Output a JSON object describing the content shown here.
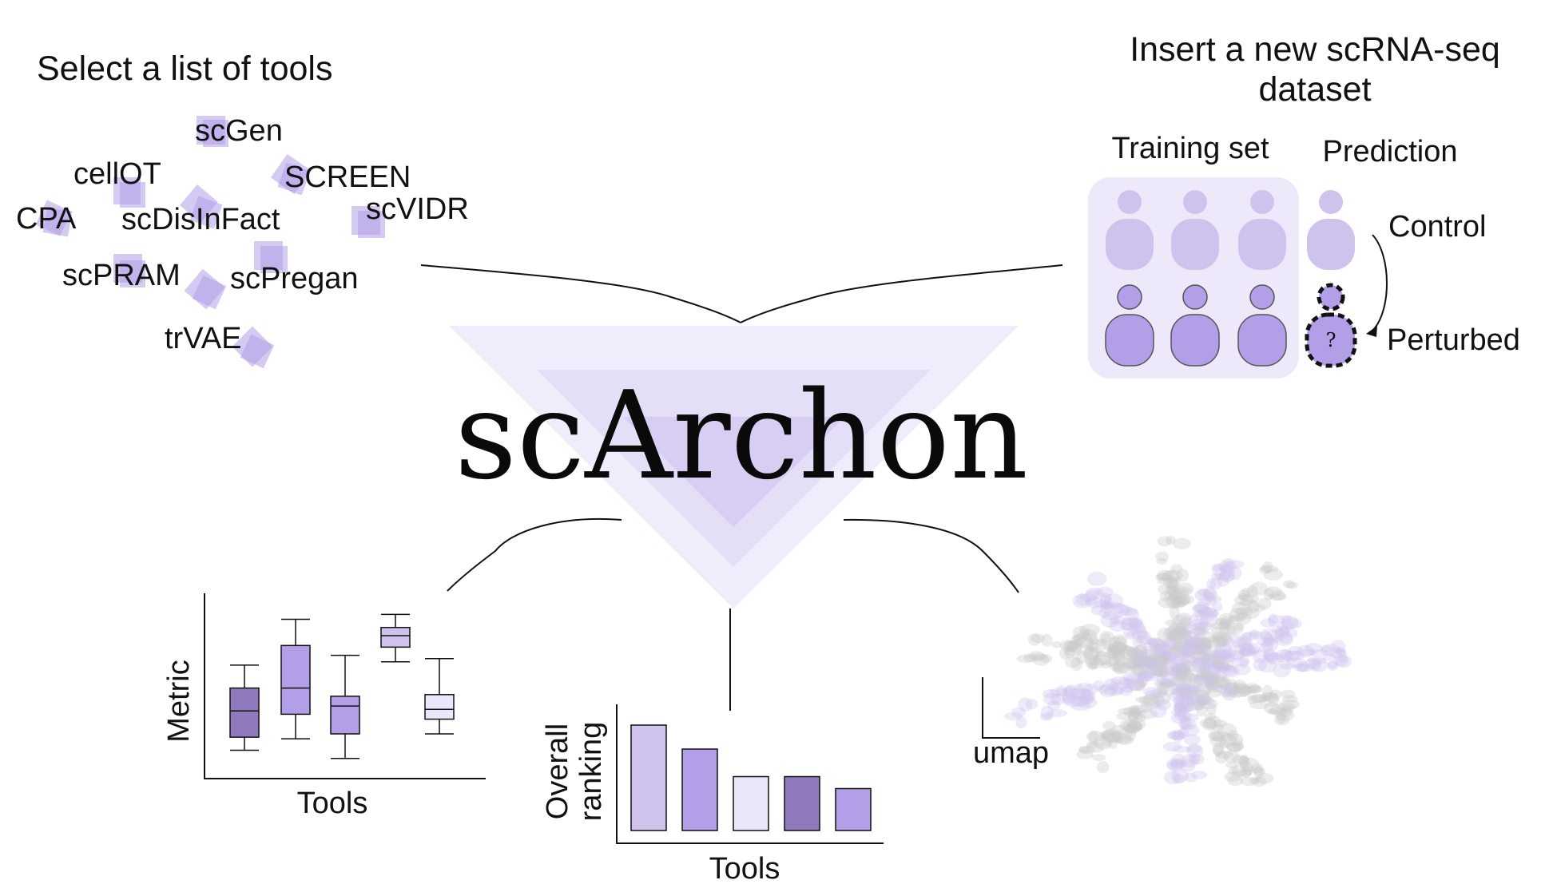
{
  "tools_section": {
    "heading": "Select a list of tools",
    "tools": [
      "scGen",
      "cellOT",
      "SCREEN",
      "CPA",
      "scDisInFact",
      "scVIDR",
      "scPRAM",
      "scPregan",
      "trVAE"
    ]
  },
  "dataset_section": {
    "heading_line1": "Insert a new scRNA-seq",
    "heading_line2": "dataset",
    "training_label": "Training set",
    "prediction_label": "Prediction",
    "control_label": "Control",
    "perturbed_label": "Perturbed",
    "unknown_mark": "?"
  },
  "center": {
    "title": "scArchon"
  },
  "boxplot": {
    "ylabel": "Metric",
    "xlabel": "Tools"
  },
  "barplot": {
    "ylabel_line1": "Overall",
    "ylabel_line2": "ranking",
    "xlabel": "Tools"
  },
  "umap": {
    "label": "umap"
  },
  "colors": {
    "light": "#cfc3ee",
    "lighter": "#ece6fa",
    "medium": "#b39ee8",
    "dark": "#9179bd",
    "panel_bg": "#ede8fa",
    "grey_cells": "#c8c8cc"
  },
  "chart_data": [
    {
      "type": "box",
      "xlabel": "Tools",
      "ylabel": "Metric",
      "boxes": [
        {
          "min": 0.1,
          "q1": 0.18,
          "median": 0.34,
          "q3": 0.48,
          "max": 0.62,
          "color": "dark"
        },
        {
          "min": 0.17,
          "q1": 0.32,
          "median": 0.48,
          "q3": 0.74,
          "max": 0.9,
          "color": "medium"
        },
        {
          "min": 0.05,
          "q1": 0.2,
          "median": 0.37,
          "q3": 0.43,
          "max": 0.68,
          "color": "medium"
        },
        {
          "min": 0.64,
          "q1": 0.73,
          "median": 0.8,
          "q3": 0.85,
          "max": 0.93,
          "color": "light"
        },
        {
          "min": 0.2,
          "q1": 0.29,
          "median": 0.35,
          "q3": 0.44,
          "max": 0.66,
          "color": "lighter"
        }
      ]
    },
    {
      "type": "bar",
      "xlabel": "Tools",
      "ylabel": "Overall ranking",
      "values": [
        0.88,
        0.68,
        0.45,
        0.45,
        0.35
      ],
      "colors": [
        "light",
        "medium",
        "lighter",
        "dark",
        "medium"
      ]
    }
  ]
}
